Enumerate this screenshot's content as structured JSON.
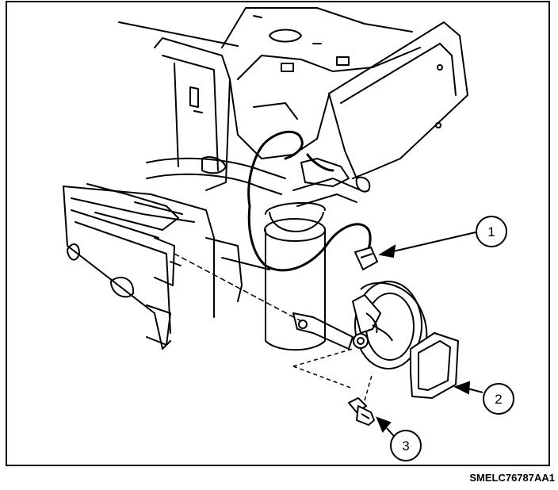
{
  "figure_code": "SMELC76787AA1",
  "callouts": [
    {
      "number": "1"
    },
    {
      "number": "2"
    },
    {
      "number": "3"
    }
  ],
  "colors": {
    "line": "#000000",
    "background": "#ffffff"
  }
}
